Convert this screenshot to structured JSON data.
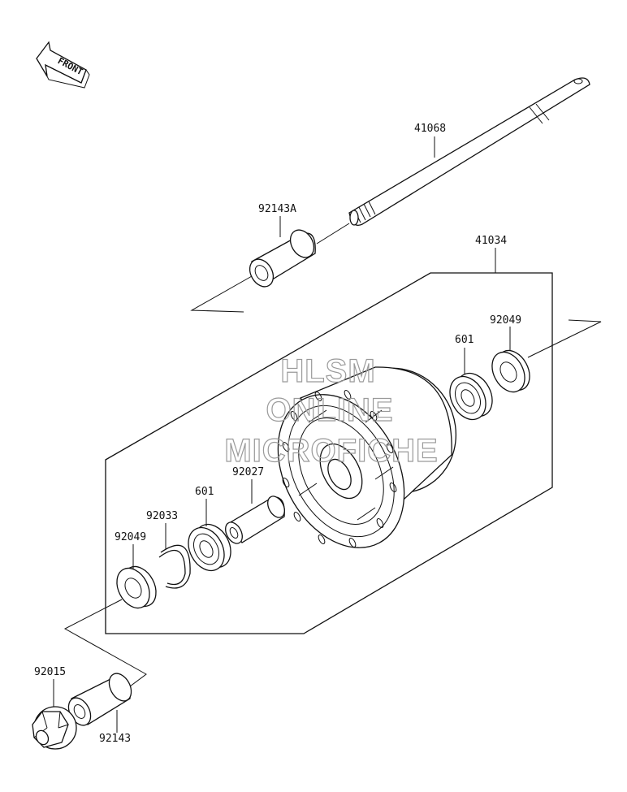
{
  "front_arrow": {
    "label": "FRONT"
  },
  "watermark": {
    "line1": "HLSM",
    "line2": "ONLINE",
    "line3": "MICROFICHE"
  },
  "parts": {
    "axle": "41068",
    "spacer_right": "92143A",
    "hub_assembly": "41034",
    "seal_right": "92049",
    "bearing_right": "601",
    "bearing_left": "601",
    "inner_spacer": "92027",
    "circlip": "92033",
    "seal_left": "92049",
    "nut": "92015",
    "spacer_left": "92143"
  },
  "colors": {
    "ink": "#111111",
    "watermark": "#9a9a9a",
    "background": "#ffffff"
  }
}
